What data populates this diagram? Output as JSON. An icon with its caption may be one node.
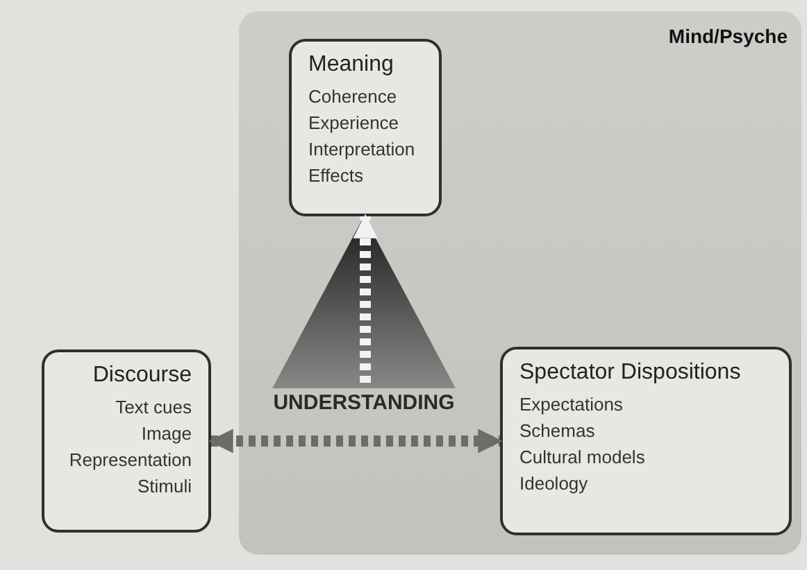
{
  "diagram": {
    "nodes": [
      {
        "text": [
          "Mind/Psyche"
        ]
      },
      {
        "text": [
          "Meaning",
          "Coherence Experience Interpretation Effects"
        ],
        "in": 0
      },
      {
        "text": [
          "UNDERSTANDING"
        ],
        "in": 0
      },
      {
        "text": [
          "Discourse",
          "Text cues Image Representation Stimuli"
        ]
      },
      {
        "text": [
          "Spectator Dispositions",
          "Expectations Schemas Cultural models Ideology"
        ],
        "in": 0
      }
    ],
    "edges": [
      {
        "from": 2,
        "to": 1,
        "arrow": "to",
        "style": "dashed",
        "color": "#f2f2f2"
      },
      {
        "from": 3,
        "to": 4,
        "arrow": "both",
        "style": "dashed",
        "color": "#6e6c69"
      }
    ]
  }
}
